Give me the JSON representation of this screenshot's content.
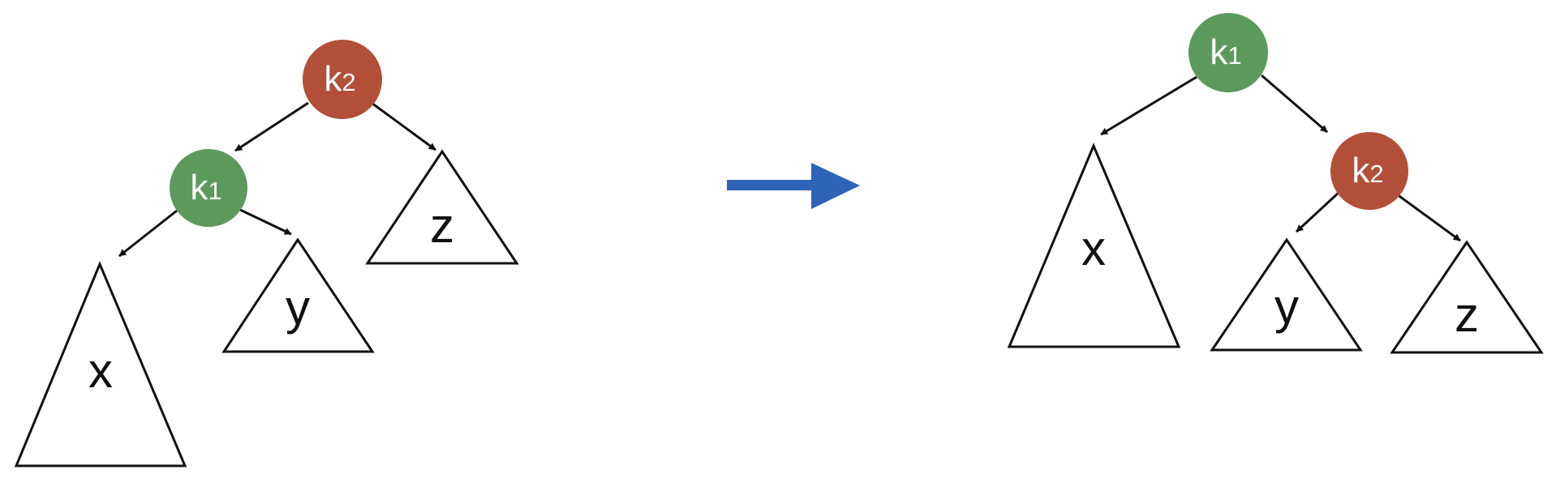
{
  "colors": {
    "k1_node": "#5b9a5c",
    "k2_node": "#b24f39",
    "arrow": "#2e63b8",
    "line": "#111111"
  },
  "before": {
    "nodes": {
      "k2": {
        "base": "k",
        "sub": "2"
      },
      "k1": {
        "base": "k",
        "sub": "1"
      }
    },
    "subtrees": {
      "x": "x",
      "y": "y",
      "z": "z"
    }
  },
  "after": {
    "nodes": {
      "k1": {
        "base": "k",
        "sub": "1"
      },
      "k2": {
        "base": "k",
        "sub": "2"
      }
    },
    "subtrees": {
      "x": "x",
      "y": "y",
      "z": "z"
    }
  },
  "transition_arrow": "right-arrow-icon"
}
